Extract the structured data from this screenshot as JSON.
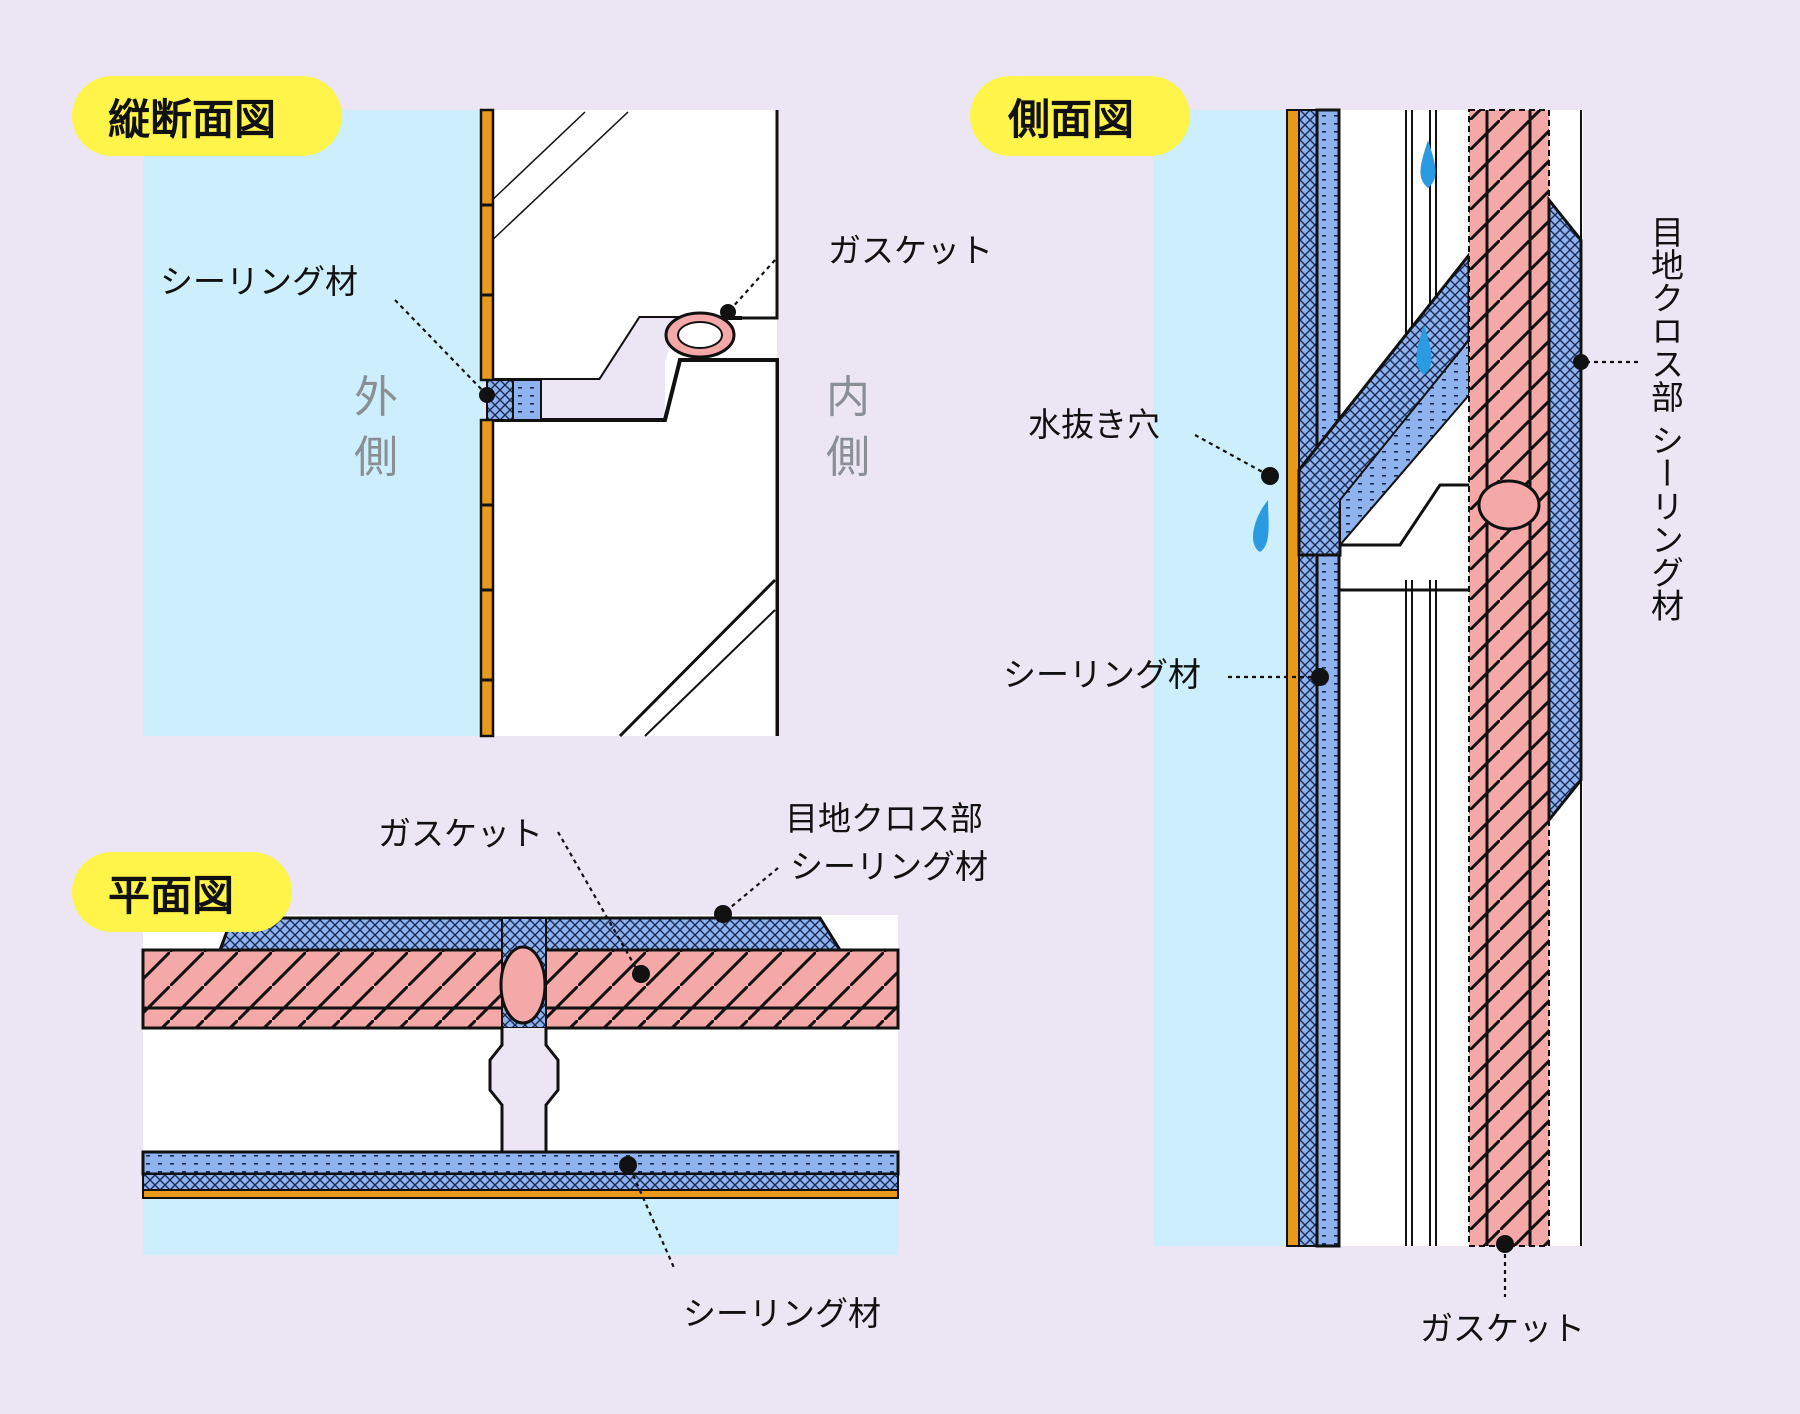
{
  "panels": {
    "vertical_section": {
      "title": "縦断面図",
      "outside_label": [
        "外",
        "側"
      ],
      "inside_label": [
        "内",
        "側"
      ],
      "callouts": {
        "sealant": "シーリング材",
        "gasket": "ガスケット"
      }
    },
    "side_view": {
      "title": "側面図",
      "callouts": {
        "drain_hole": "水抜き穴",
        "sealant": "シーリング材",
        "joint_cross_sealant": "目地クロス部 シーリング材",
        "gasket": "ガスケット"
      }
    },
    "plan_view": {
      "title": "平面図",
      "callouts": {
        "gasket": "ガスケット",
        "joint_cross_sealant_line1": "目地クロス部",
        "joint_cross_sealant_line2": "シーリング材",
        "sealant": "シーリング材"
      }
    }
  },
  "colors": {
    "background": "#ece6f4",
    "outside_blue": "#cdeefc",
    "badge_yellow": "#fff44a",
    "sealant_blue": "#8fb3ee",
    "gasket_pink": "#f4a9a8",
    "panel_orange": "#e99a1d",
    "water": "#2a9be0"
  }
}
